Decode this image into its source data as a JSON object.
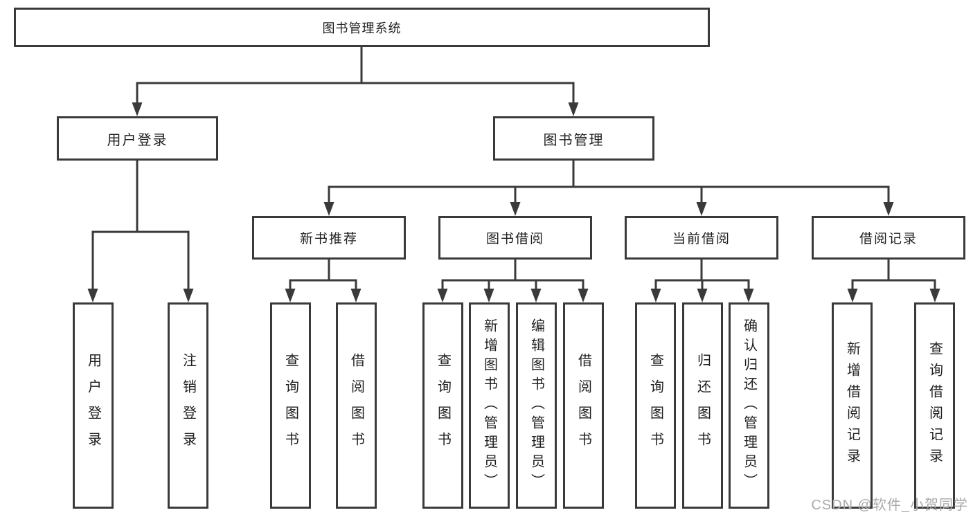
{
  "tree": {
    "root": "图书管理系统",
    "children": [
      {
        "label": "用户登录",
        "children": [
          {
            "label": "用户登录"
          },
          {
            "label": "注销登录"
          }
        ]
      },
      {
        "label": "图书管理",
        "children": [
          {
            "label": "新书推荐",
            "children": [
              {
                "label": "查询图书"
              },
              {
                "label": "借阅图书"
              }
            ]
          },
          {
            "label": "图书借阅",
            "children": [
              {
                "label": "查询图书"
              },
              {
                "label": "新增图书（管理员）"
              },
              {
                "label": "编辑图书（管理员）"
              },
              {
                "label": "借阅图书"
              }
            ]
          },
          {
            "label": "当前借阅",
            "children": [
              {
                "label": "查询图书"
              },
              {
                "label": "归还图书"
              },
              {
                "label": "确认归还（管理员）"
              }
            ]
          },
          {
            "label": "借阅记录",
            "children": [
              {
                "label": "新增借阅记录"
              },
              {
                "label": "查询借阅记录"
              }
            ]
          }
        ]
      }
    ]
  },
  "watermark": "CSDN @软件_小贺同学",
  "colors": {
    "line": "#3a3a3a",
    "text": "#1f1f1f",
    "watermark": "#aaaaaa",
    "background": "#ffffff"
  }
}
